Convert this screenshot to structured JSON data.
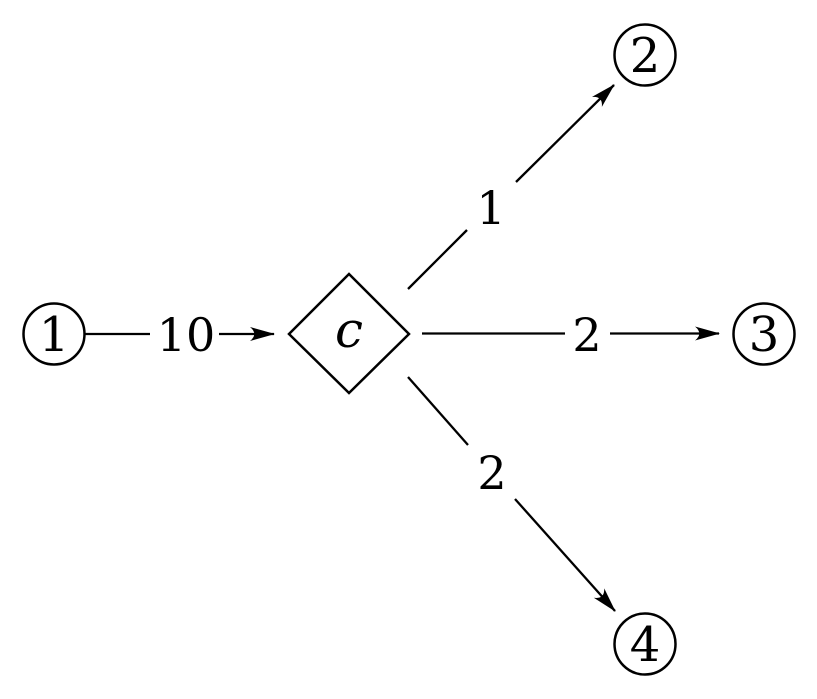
{
  "diagram": {
    "type": "directed-graph",
    "colors": {
      "stroke": "#000000",
      "background": "#ffffff"
    },
    "nodes": [
      {
        "id": "1",
        "shape": "circle",
        "label": "1"
      },
      {
        "id": "c",
        "shape": "diamond",
        "label": "c"
      },
      {
        "id": "2",
        "shape": "circle",
        "label": "2"
      },
      {
        "id": "3",
        "shape": "circle",
        "label": "3"
      },
      {
        "id": "4",
        "shape": "circle",
        "label": "4"
      }
    ],
    "edges": [
      {
        "from": "1",
        "to": "c",
        "label": "10"
      },
      {
        "from": "c",
        "to": "2",
        "label": "1"
      },
      {
        "from": "c",
        "to": "3",
        "label": "2"
      },
      {
        "from": "c",
        "to": "4",
        "label": "2"
      }
    ]
  }
}
